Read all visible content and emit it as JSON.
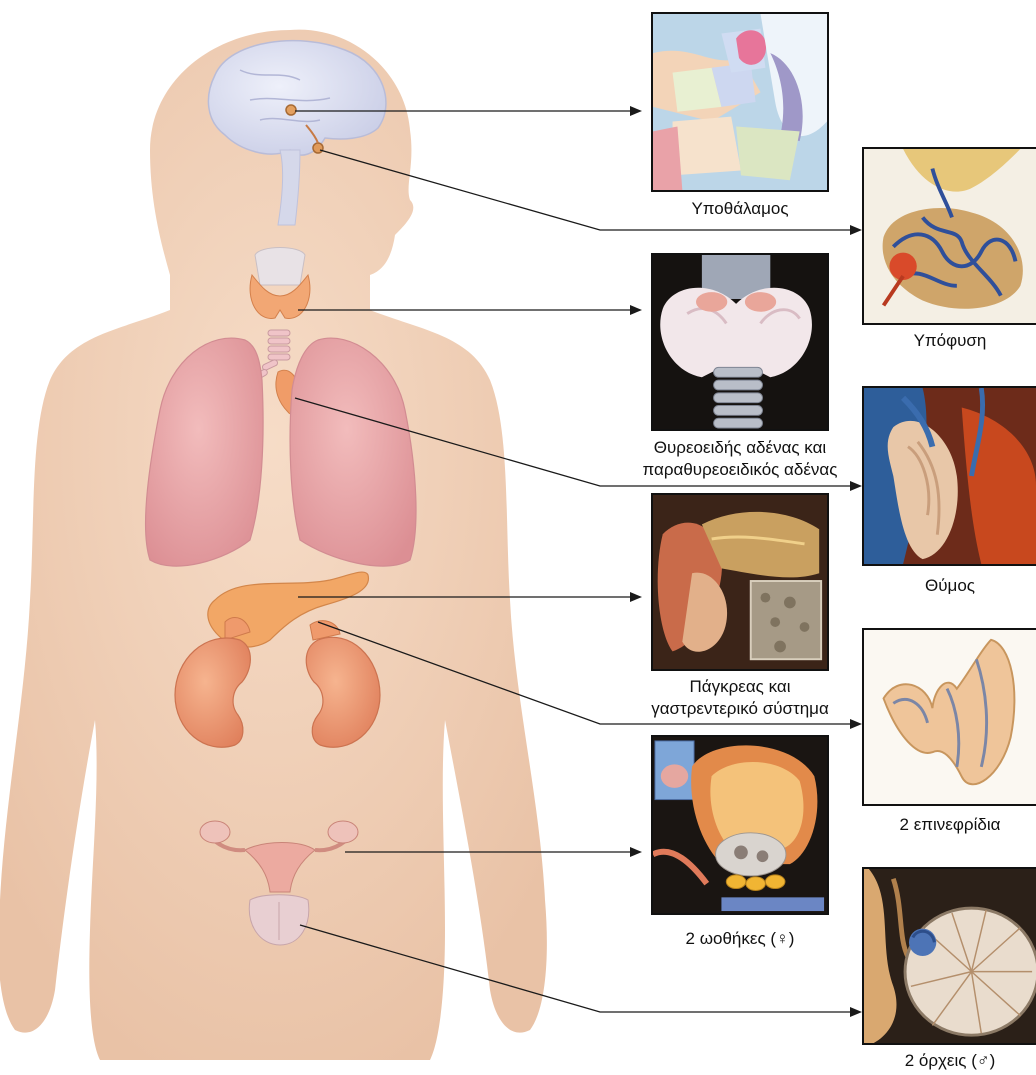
{
  "glands": [
    {
      "id": "hypothalamus",
      "label": "Υποθάλαμος"
    },
    {
      "id": "pituitary",
      "label": "Υπόφυση"
    },
    {
      "id": "thyroid",
      "label_lines": [
        "Θυρεοειδής αδένας και",
        "παραθυρεοειδικός αδένας"
      ]
    },
    {
      "id": "thymus",
      "label": "Θύμος"
    },
    {
      "id": "pancreas",
      "label_lines": [
        "Πάγκρεας και",
        "γαστρεντερικό σύστημα"
      ]
    },
    {
      "id": "adrenals",
      "label": "2 επινεφρίδια"
    },
    {
      "id": "ovaries",
      "label": "2 ωοθήκες (♀)"
    },
    {
      "id": "testes",
      "label": "2 όρχεις (♂)"
    }
  ],
  "colors": {
    "skin": "#f2d4bd",
    "skin_shadow": "#e6bea0",
    "lung": "#e9a6a8",
    "organ": "#f0a06c",
    "brain": "#d9dcef",
    "line": "#1a1a1a"
  }
}
